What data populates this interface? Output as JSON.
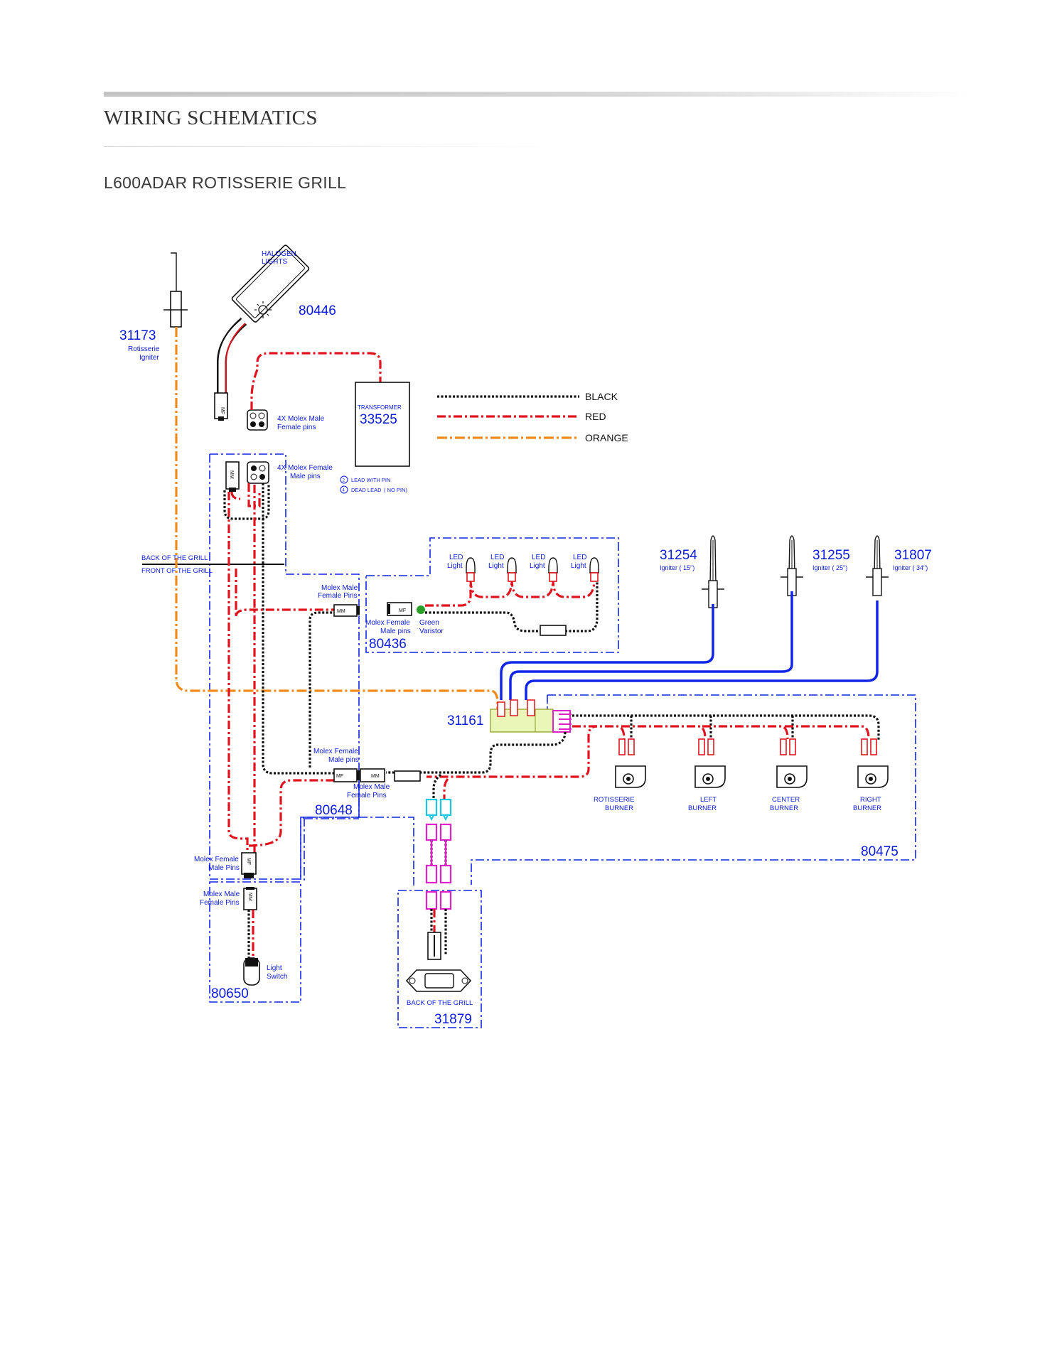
{
  "page": {
    "title": "WIRING SCHEMATICS",
    "subtitle": "L600ADAR ROTISSERIE GRILL"
  },
  "legend": {
    "black": "BLACK",
    "red": "RED",
    "orange": "ORANGE"
  },
  "colors": {
    "black": "#111111",
    "red": "#e0141e",
    "orange": "#f08a1a",
    "blue": "#1025e6",
    "magenta": "#e020c8",
    "cyan": "#18c8e0",
    "label": "#0a1ad8",
    "green": "#2aa02a"
  },
  "parts": {
    "p31173": {
      "num": "31173",
      "line1": "Rotisserie",
      "line2": "Igniter"
    },
    "p80446": {
      "num": "80446",
      "label1": "HALOGEN",
      "label2": "LIGHTS"
    },
    "molex_male_top": {
      "line1": "4X Molex Male",
      "line2": "Female pins"
    },
    "transformer": {
      "label": "TRANSFORMER",
      "num": "33525"
    },
    "leads": {
      "lead_with_pin": "LEAD WITH PIN",
      "dead_lead": "DEAD LEAD",
      "no_pin": "( NO PIN)",
      "n1": "2",
      "n2": "4"
    },
    "molex_female_top": {
      "line1": "4X Molex Female",
      "line2": "Male pins"
    },
    "back_front": {
      "back": "BACK OF THE GRILL",
      "front": "FRONT OF THE GRILL"
    },
    "p80436": {
      "num": "80436",
      "led": "LED",
      "light": "Light",
      "mf_line1": "Molex Female",
      "mf_line2": "Male pins",
      "green1": "Green",
      "green2": "Varistor",
      "mm_line1": "Molex Male",
      "mm_line2": "Female Pins"
    },
    "igniters": [
      {
        "num": "31254",
        "note": "Igniter  ( 15\")"
      },
      {
        "num": "31255",
        "note": "Igniter  ( 25\")"
      },
      {
        "num": "31807",
        "note": "Igniter  ( 34\")"
      }
    ],
    "p31161": {
      "num": "31161"
    },
    "p80648": {
      "num": "80648",
      "mf_line1": "Molex Female",
      "mf_line2": "Male pins",
      "mm_line1": "Molex Male",
      "mm_line2": "Female Pins"
    },
    "burners": [
      {
        "line1": "ROTISSERIE",
        "line2": "BURNER"
      },
      {
        "line1": "LEFT",
        "line2": "BURNER"
      },
      {
        "line1": "CENTER",
        "line2": "BURNER"
      },
      {
        "line1": "RIGHT",
        "line2": "BURNER"
      }
    ],
    "p80475": {
      "num": "80475"
    },
    "p80650": {
      "num": "80650",
      "mf_line1": "Molex Female",
      "mf_line2": "Male Pins",
      "mm_line1": "Molex Male",
      "mm_line2": "Female Pins",
      "switch1": "Light",
      "switch2": "Switch"
    },
    "p31879": {
      "num": "31879",
      "back": "BACK OF THE GRILL"
    },
    "tags": {
      "mf": "MF",
      "mm": "MM"
    }
  }
}
